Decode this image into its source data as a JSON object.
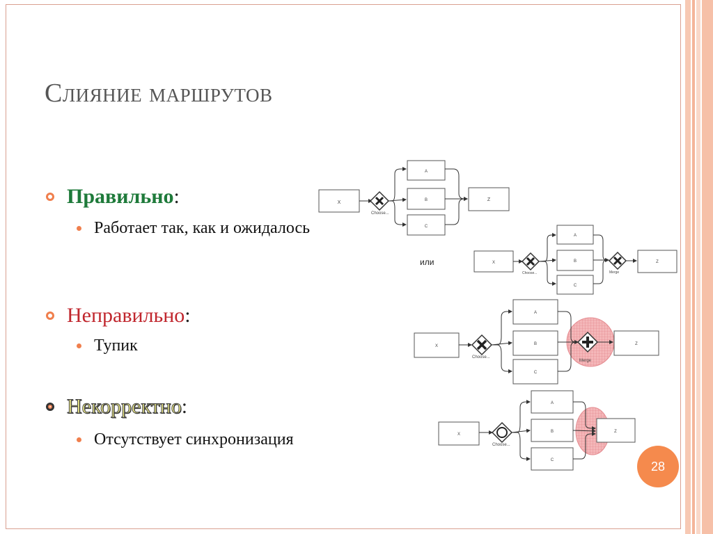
{
  "slide": {
    "title": "Слияние маршрутов",
    "page_number": "28",
    "or_label": "или",
    "accent_color": "#f07f4d",
    "items": [
      {
        "heading": "Правильно",
        "colon": ":",
        "sub": "Работает так, как и ожидалось"
      },
      {
        "heading": "Неправильно",
        "colon": ":",
        "sub": "Тупик"
      },
      {
        "heading": "Некорректно",
        "colon": ":",
        "sub": "Отсутствует синхронизация"
      }
    ]
  },
  "diagrams": {
    "box_x": "X",
    "box_a": "A",
    "box_b": "B",
    "box_c": "C",
    "box_z": "Z",
    "choose": "Choose...",
    "merge": "Merge"
  }
}
